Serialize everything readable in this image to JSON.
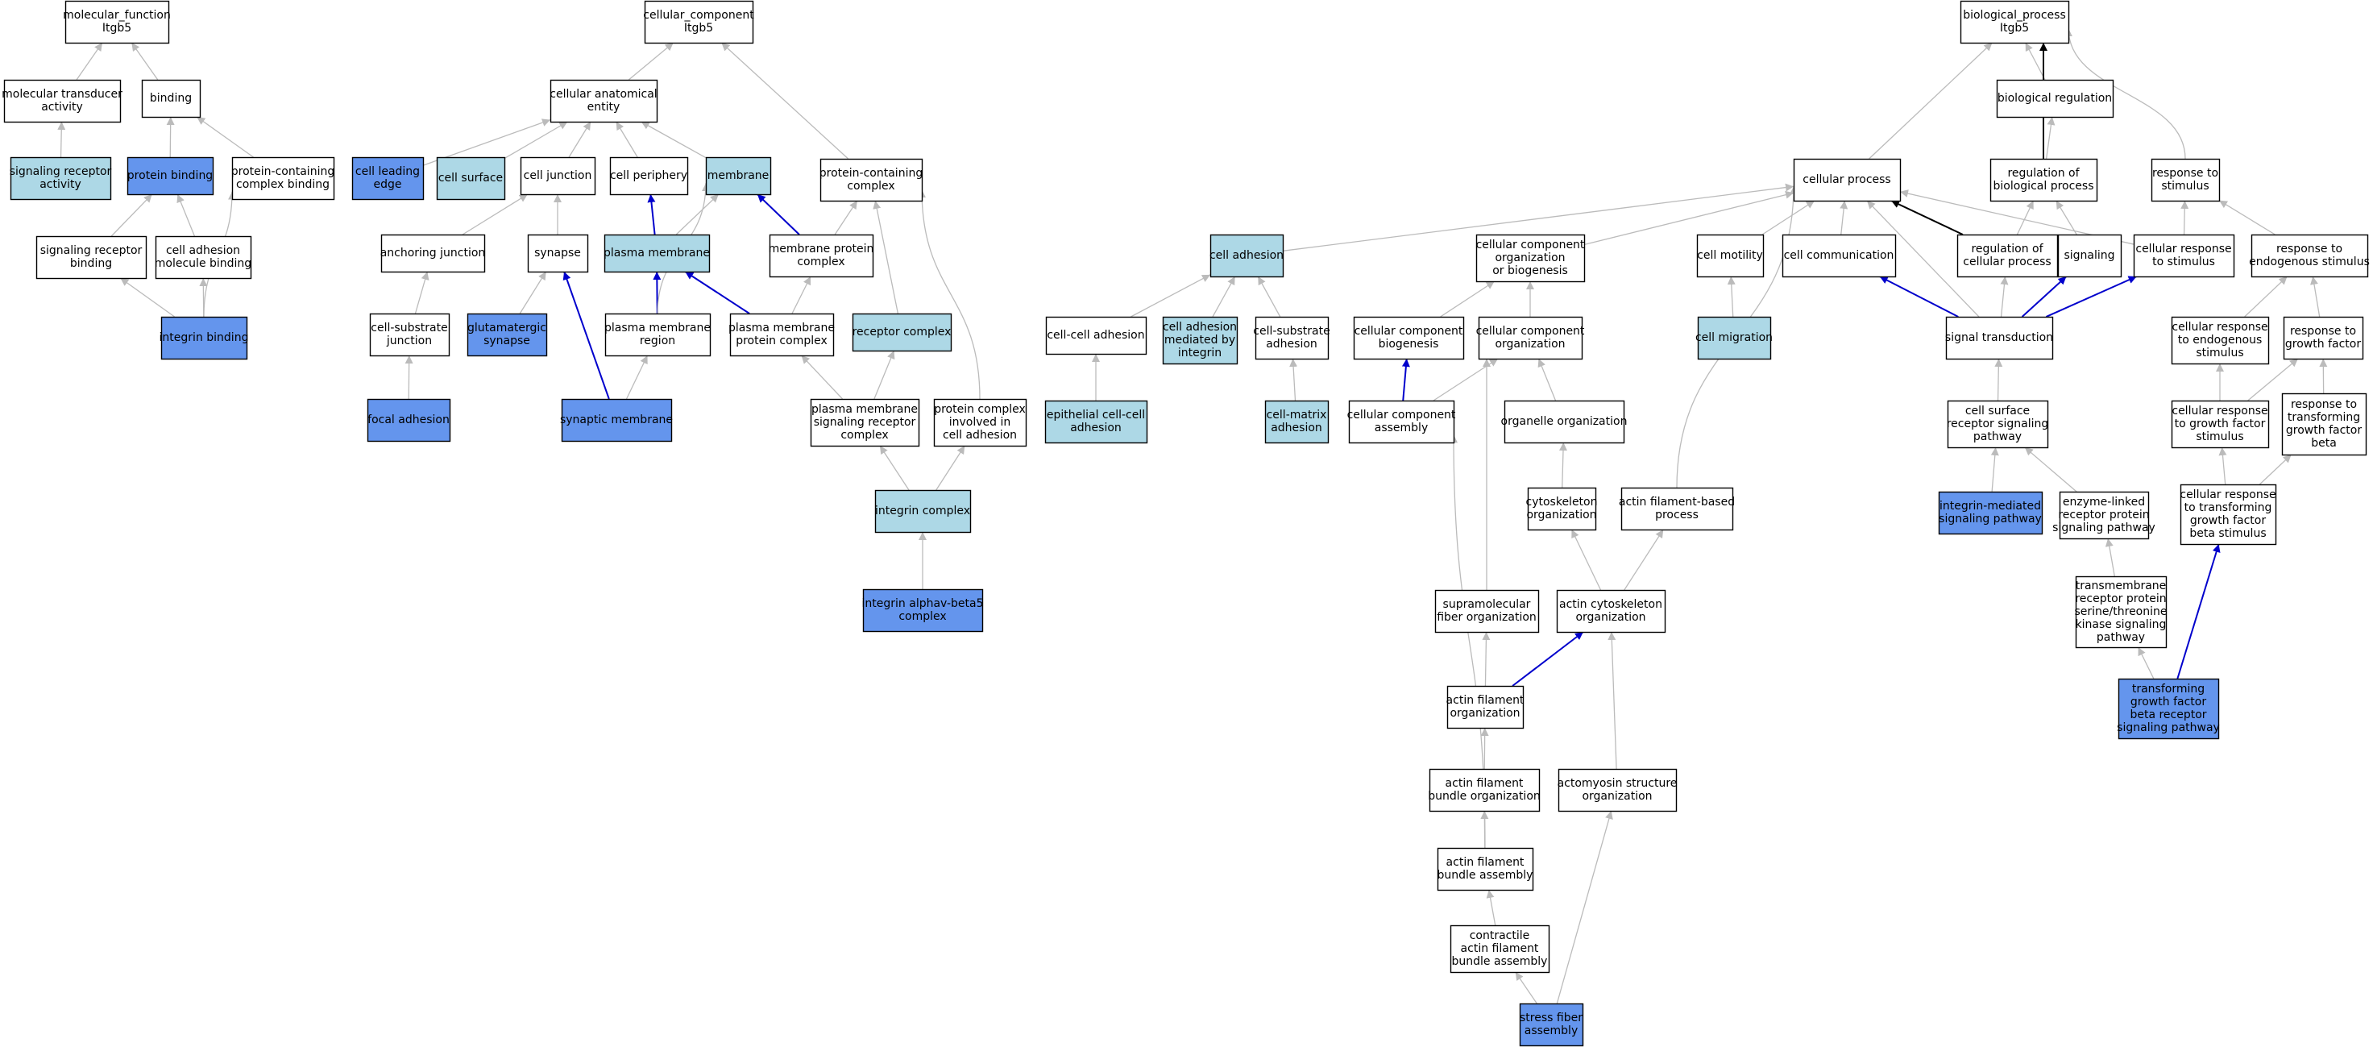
{
  "colors": {
    "white": "#ffffff",
    "light": "#add8e6",
    "dark": "#6495ed",
    "edge_gray": "#bbbbbb",
    "edge_blue": "#0000cc",
    "edge_black": "#000000",
    "border": "#000000"
  },
  "nodes": [
    {
      "id": "mf",
      "label": [
        "molecular_function",
        "Itgb5"
      ],
      "fill": "white"
    },
    {
      "id": "mt_act",
      "label": [
        "molecular transducer",
        "activity"
      ],
      "fill": "white"
    },
    {
      "id": "binding",
      "label": [
        "binding"
      ],
      "fill": "white"
    },
    {
      "id": "srec_act",
      "label": [
        "signaling receptor",
        "activity"
      ],
      "fill": "light"
    },
    {
      "id": "prot_bind",
      "label": [
        "protein binding"
      ],
      "fill": "dark"
    },
    {
      "id": "pcc_bind",
      "label": [
        "protein-containing",
        "complex binding"
      ],
      "fill": "white"
    },
    {
      "id": "srec_bind",
      "label": [
        "signaling receptor",
        "binding"
      ],
      "fill": "white"
    },
    {
      "id": "cam_bind",
      "label": [
        "cell adhesion",
        "molecule binding"
      ],
      "fill": "white"
    },
    {
      "id": "int_bind",
      "label": [
        "integrin binding"
      ],
      "fill": "dark"
    },
    {
      "id": "cc",
      "label": [
        "cellular_component",
        "Itgb5"
      ],
      "fill": "white"
    },
    {
      "id": "cae",
      "label": [
        "cellular anatomical",
        "entity"
      ],
      "fill": "white"
    },
    {
      "id": "pcc",
      "label": [
        "protein-containing",
        "complex"
      ],
      "fill": "white"
    },
    {
      "id": "cle",
      "label": [
        "cell leading",
        "edge"
      ],
      "fill": "dark"
    },
    {
      "id": "csurf",
      "label": [
        "cell surface"
      ],
      "fill": "light"
    },
    {
      "id": "cjunc",
      "label": [
        "cell junction"
      ],
      "fill": "white"
    },
    {
      "id": "cperi",
      "label": [
        "cell periphery"
      ],
      "fill": "white"
    },
    {
      "id": "memb",
      "label": [
        "membrane"
      ],
      "fill": "light"
    },
    {
      "id": "anch",
      "label": [
        "anchoring junction"
      ],
      "fill": "white"
    },
    {
      "id": "synapse",
      "label": [
        "synapse"
      ],
      "fill": "white"
    },
    {
      "id": "pmem",
      "label": [
        "plasma membrane"
      ],
      "fill": "light"
    },
    {
      "id": "mpc",
      "label": [
        "membrane protein",
        "complex"
      ],
      "fill": "white"
    },
    {
      "id": "csj",
      "label": [
        "cell-substrate",
        "junction"
      ],
      "fill": "white"
    },
    {
      "id": "glu",
      "label": [
        "glutamatergic",
        "synapse"
      ],
      "fill": "dark"
    },
    {
      "id": "pmr",
      "label": [
        "plasma membrane",
        "region"
      ],
      "fill": "white"
    },
    {
      "id": "pmpc",
      "label": [
        "plasma membrane",
        "protein complex"
      ],
      "fill": "white"
    },
    {
      "id": "rcpx",
      "label": [
        "receptor complex"
      ],
      "fill": "light"
    },
    {
      "id": "fadh",
      "label": [
        "focal adhesion"
      ],
      "fill": "dark"
    },
    {
      "id": "synm",
      "label": [
        "synaptic membrane"
      ],
      "fill": "dark"
    },
    {
      "id": "pmsrc",
      "label": [
        "plasma membrane",
        "signaling receptor",
        "complex"
      ],
      "fill": "white"
    },
    {
      "id": "pcica",
      "label": [
        "protein complex",
        "involved in",
        "cell adhesion"
      ],
      "fill": "white"
    },
    {
      "id": "intcx",
      "label": [
        "integrin complex"
      ],
      "fill": "light"
    },
    {
      "id": "iab5",
      "label": [
        "integrin alphav-beta5",
        "complex"
      ],
      "fill": "dark"
    },
    {
      "id": "bp",
      "label": [
        "biological_process",
        "Itgb5"
      ],
      "fill": "white"
    },
    {
      "id": "breg",
      "label": [
        "biological regulation"
      ],
      "fill": "white"
    },
    {
      "id": "cproc",
      "label": [
        "cellular process"
      ],
      "fill": "white"
    },
    {
      "id": "rbp",
      "label": [
        "regulation of",
        "biological process"
      ],
      "fill": "white"
    },
    {
      "id": "rts",
      "label": [
        "response to",
        "stimulus"
      ],
      "fill": "white"
    },
    {
      "id": "cadh",
      "label": [
        "cell adhesion"
      ],
      "fill": "light"
    },
    {
      "id": "ccob",
      "label": [
        "cellular component",
        "organization",
        "or biogenesis"
      ],
      "fill": "white"
    },
    {
      "id": "cmot",
      "label": [
        "cell motility"
      ],
      "fill": "white"
    },
    {
      "id": "ccomm",
      "label": [
        "cell communication"
      ],
      "fill": "white"
    },
    {
      "id": "rcp",
      "label": [
        "regulation of",
        "cellular process"
      ],
      "fill": "white"
    },
    {
      "id": "sig",
      "label": [
        "signaling"
      ],
      "fill": "white"
    },
    {
      "id": "crs",
      "label": [
        "cellular response",
        "to stimulus"
      ],
      "fill": "white"
    },
    {
      "id": "rtes",
      "label": [
        "response to",
        "endogenous stimulus"
      ],
      "fill": "white"
    },
    {
      "id": "cca",
      "label": [
        "cell-cell adhesion"
      ],
      "fill": "white"
    },
    {
      "id": "cami",
      "label": [
        "cell adhesion",
        "mediated by",
        "integrin"
      ],
      "fill": "light"
    },
    {
      "id": "csa",
      "label": [
        "cell-substrate",
        "adhesion"
      ],
      "fill": "white"
    },
    {
      "id": "ccb",
      "label": [
        "cellular component",
        "biogenesis"
      ],
      "fill": "white"
    },
    {
      "id": "cco",
      "label": [
        "cellular component",
        "organization"
      ],
      "fill": "white"
    },
    {
      "id": "cmig",
      "label": [
        "cell migration"
      ],
      "fill": "light"
    },
    {
      "id": "sigtr",
      "label": [
        "signal transduction"
      ],
      "fill": "white"
    },
    {
      "id": "cres",
      "label": [
        "cellular response",
        "to endogenous",
        "stimulus"
      ],
      "fill": "white"
    },
    {
      "id": "rgf",
      "label": [
        "response to",
        "growth factor"
      ],
      "fill": "white"
    },
    {
      "id": "eccadh",
      "label": [
        "epithelial cell-cell",
        "adhesion"
      ],
      "fill": "light"
    },
    {
      "id": "cmadh",
      "label": [
        "cell-matrix",
        "adhesion"
      ],
      "fill": "light"
    },
    {
      "id": "cca2",
      "label": [
        "cellular component",
        "assembly"
      ],
      "fill": "white"
    },
    {
      "id": "orgo",
      "label": [
        "organelle organization"
      ],
      "fill": "white"
    },
    {
      "id": "csrsp",
      "label": [
        "cell surface",
        "receptor signaling",
        "pathway"
      ],
      "fill": "white"
    },
    {
      "id": "crgfs",
      "label": [
        "cellular response",
        "to growth factor",
        "stimulus"
      ],
      "fill": "white"
    },
    {
      "id": "rttgfb",
      "label": [
        "response to",
        "transforming",
        "growth factor",
        "beta"
      ],
      "fill": "white"
    },
    {
      "id": "cyto",
      "label": [
        "cytoskeleton",
        "organization"
      ],
      "fill": "white"
    },
    {
      "id": "afbp",
      "label": [
        "actin filament-based",
        "process"
      ],
      "fill": "white"
    },
    {
      "id": "imsp",
      "label": [
        "integrin-mediated",
        "signaling pathway"
      ],
      "fill": "dark"
    },
    {
      "id": "elrp",
      "label": [
        "enzyme-linked",
        "receptor protein",
        "signaling pathway"
      ],
      "fill": "white"
    },
    {
      "id": "crtgfb",
      "label": [
        "cellular response",
        "to transforming",
        "growth factor",
        "beta stimulus"
      ],
      "fill": "white"
    },
    {
      "id": "sfo",
      "label": [
        "supramolecular",
        "fiber organization"
      ],
      "fill": "white"
    },
    {
      "id": "aco",
      "label": [
        "actin cytoskeleton",
        "organization"
      ],
      "fill": "white"
    },
    {
      "id": "trpsk",
      "label": [
        "transmembrane",
        "receptor protein",
        "serine/threonine",
        "kinase signaling",
        "pathway"
      ],
      "fill": "white"
    },
    {
      "id": "afo",
      "label": [
        "actin filament",
        "organization"
      ],
      "fill": "white"
    },
    {
      "id": "tgfbrsp",
      "label": [
        "transforming",
        "growth factor",
        "beta receptor",
        "signaling pathway"
      ],
      "fill": "dark"
    },
    {
      "id": "afbo",
      "label": [
        "actin filament",
        "bundle organization"
      ],
      "fill": "white"
    },
    {
      "id": "aso",
      "label": [
        "actomyosin structure",
        "organization"
      ],
      "fill": "white"
    },
    {
      "id": "afba",
      "label": [
        "actin filament",
        "bundle assembly"
      ],
      "fill": "white"
    },
    {
      "id": "cafba",
      "label": [
        "contractile",
        "actin filament",
        "bundle assembly"
      ],
      "fill": "white"
    },
    {
      "id": "sfa",
      "label": [
        "stress fiber",
        "assembly"
      ],
      "fill": "dark"
    }
  ],
  "edges": [
    {
      "from": "mt_act",
      "to": "mf",
      "kind": "gray"
    },
    {
      "from": "binding",
      "to": "mf",
      "kind": "gray"
    },
    {
      "from": "srec_act",
      "to": "mt_act",
      "kind": "gray"
    },
    {
      "from": "prot_bind",
      "to": "binding",
      "kind": "gray"
    },
    {
      "from": "pcc_bind",
      "to": "binding",
      "kind": "gray"
    },
    {
      "from": "srec_bind",
      "to": "prot_bind",
      "kind": "gray"
    },
    {
      "from": "cam_bind",
      "to": "prot_bind",
      "kind": "gray"
    },
    {
      "from": "int_bind",
      "to": "srec_bind",
      "kind": "gray"
    },
    {
      "from": "int_bind",
      "to": "cam_bind",
      "kind": "gray"
    },
    {
      "from": "int_bind",
      "to": "pcc_bind",
      "kind": "gray",
      "curve": true
    },
    {
      "from": "cae",
      "to": "cc",
      "kind": "gray"
    },
    {
      "from": "pcc",
      "to": "cc",
      "kind": "gray"
    },
    {
      "from": "cle",
      "to": "cae",
      "kind": "gray"
    },
    {
      "from": "csurf",
      "to": "cae",
      "kind": "gray"
    },
    {
      "from": "cjunc",
      "to": "cae",
      "kind": "gray"
    },
    {
      "from": "cperi",
      "to": "cae",
      "kind": "gray"
    },
    {
      "from": "memb",
      "to": "cae",
      "kind": "gray"
    },
    {
      "from": "anch",
      "to": "cjunc",
      "kind": "gray"
    },
    {
      "from": "synapse",
      "to": "cjunc",
      "kind": "gray"
    },
    {
      "from": "pmem",
      "to": "cperi",
      "kind": "blue"
    },
    {
      "from": "pmem",
      "to": "memb",
      "kind": "gray"
    },
    {
      "from": "mpc",
      "to": "memb",
      "kind": "blue"
    },
    {
      "from": "mpc",
      "to": "pcc",
      "kind": "gray"
    },
    {
      "from": "csj",
      "to": "anch",
      "kind": "gray"
    },
    {
      "from": "glu",
      "to": "synapse",
      "kind": "gray"
    },
    {
      "from": "pmr",
      "to": "pmem",
      "kind": "blue"
    },
    {
      "from": "pmr",
      "to": "memb",
      "kind": "gray",
      "curve": true
    },
    {
      "from": "pmpc",
      "to": "pmem",
      "kind": "blue"
    },
    {
      "from": "pmpc",
      "to": "mpc",
      "kind": "gray"
    },
    {
      "from": "rcpx",
      "to": "pcc",
      "kind": "gray"
    },
    {
      "from": "fadh",
      "to": "csj",
      "kind": "gray"
    },
    {
      "from": "synm",
      "to": "synapse",
      "kind": "blue"
    },
    {
      "from": "synm",
      "to": "pmr",
      "kind": "gray"
    },
    {
      "from": "pmsrc",
      "to": "pmpc",
      "kind": "gray"
    },
    {
      "from": "pmsrc",
      "to": "rcpx",
      "kind": "gray"
    },
    {
      "from": "pcica",
      "to": "pcc",
      "kind": "gray",
      "curve": true
    },
    {
      "from": "intcx",
      "to": "pmsrc",
      "kind": "gray"
    },
    {
      "from": "intcx",
      "to": "pcica",
      "kind": "gray"
    },
    {
      "from": "iab5",
      "to": "intcx",
      "kind": "gray"
    },
    {
      "from": "cproc",
      "to": "bp",
      "kind": "gray"
    },
    {
      "from": "breg",
      "to": "bp",
      "kind": "gray"
    },
    {
      "from": "rbp",
      "to": "bp",
      "kind": "black",
      "curve": true
    },
    {
      "from": "rts",
      "to": "bp",
      "kind": "gray",
      "curve": true
    },
    {
      "from": "rbp",
      "to": "breg",
      "kind": "gray"
    },
    {
      "from": "cadh",
      "to": "cproc",
      "kind": "gray"
    },
    {
      "from": "ccob",
      "to": "cproc",
      "kind": "gray"
    },
    {
      "from": "cmot",
      "to": "cproc",
      "kind": "gray"
    },
    {
      "from": "ccomm",
      "to": "cproc",
      "kind": "gray"
    },
    {
      "from": "rcp",
      "to": "cproc",
      "kind": "black"
    },
    {
      "from": "crs",
      "to": "cproc",
      "kind": "gray"
    },
    {
      "from": "rcp",
      "to": "rbp",
      "kind": "gray"
    },
    {
      "from": "sig",
      "to": "rbp",
      "kind": "gray"
    },
    {
      "from": "crs",
      "to": "rts",
      "kind": "gray"
    },
    {
      "from": "rtes",
      "to": "rts",
      "kind": "gray"
    },
    {
      "from": "cca",
      "to": "cadh",
      "kind": "gray"
    },
    {
      "from": "cami",
      "to": "cadh",
      "kind": "gray"
    },
    {
      "from": "csa",
      "to": "cadh",
      "kind": "gray"
    },
    {
      "from": "ccb",
      "to": "ccob",
      "kind": "gray"
    },
    {
      "from": "cco",
      "to": "ccob",
      "kind": "gray"
    },
    {
      "from": "cmig",
      "to": "cmot",
      "kind": "gray"
    },
    {
      "from": "sigtr",
      "to": "ccomm",
      "kind": "blue"
    },
    {
      "from": "sigtr",
      "to": "rcp",
      "kind": "gray"
    },
    {
      "from": "sigtr",
      "to": "sig",
      "kind": "blue"
    },
    {
      "from": "sigtr",
      "to": "crs",
      "kind": "blue"
    },
    {
      "from": "sigtr",
      "to": "cproc",
      "kind": "gray"
    },
    {
      "from": "cres",
      "to": "rtes",
      "kind": "gray"
    },
    {
      "from": "rgf",
      "to": "rtes",
      "kind": "gray"
    },
    {
      "from": "eccadh",
      "to": "cca",
      "kind": "gray"
    },
    {
      "from": "cmadh",
      "to": "csa",
      "kind": "gray"
    },
    {
      "from": "cca2",
      "to": "ccb",
      "kind": "blue"
    },
    {
      "from": "cca2",
      "to": "cco",
      "kind": "gray"
    },
    {
      "from": "orgo",
      "to": "cco",
      "kind": "gray"
    },
    {
      "from": "csrsp",
      "to": "sigtr",
      "kind": "gray"
    },
    {
      "from": "crgfs",
      "to": "cres",
      "kind": "gray"
    },
    {
      "from": "crgfs",
      "to": "rgf",
      "kind": "gray"
    },
    {
      "from": "rttgfb",
      "to": "rgf",
      "kind": "gray"
    },
    {
      "from": "cyto",
      "to": "orgo",
      "kind": "gray"
    },
    {
      "from": "afbp",
      "to": "cproc",
      "kind": "gray",
      "curve": true
    },
    {
      "from": "imsp",
      "to": "csrsp",
      "kind": "gray"
    },
    {
      "from": "elrp",
      "to": "csrsp",
      "kind": "gray"
    },
    {
      "from": "crtgfb",
      "to": "crgfs",
      "kind": "gray"
    },
    {
      "from": "crtgfb",
      "to": "rttgfb",
      "kind": "gray"
    },
    {
      "from": "sfo",
      "to": "cco",
      "kind": "gray",
      "curve": true
    },
    {
      "from": "aco",
      "to": "cyto",
      "kind": "gray"
    },
    {
      "from": "aco",
      "to": "afbp",
      "kind": "gray"
    },
    {
      "from": "trpsk",
      "to": "elrp",
      "kind": "gray"
    },
    {
      "from": "afo",
      "to": "sfo",
      "kind": "gray"
    },
    {
      "from": "afo",
      "to": "aco",
      "kind": "blue"
    },
    {
      "from": "tgfbrsp",
      "to": "trpsk",
      "kind": "gray"
    },
    {
      "from": "tgfbrsp",
      "to": "crtgfb",
      "kind": "blue"
    },
    {
      "from": "afbo",
      "to": "afo",
      "kind": "gray"
    },
    {
      "from": "aso",
      "to": "aco",
      "kind": "gray"
    },
    {
      "from": "afba",
      "to": "afbo",
      "kind": "gray"
    },
    {
      "from": "afba",
      "to": "cca2",
      "kind": "gray",
      "curve": true
    },
    {
      "from": "cafba",
      "to": "afba",
      "kind": "gray"
    },
    {
      "from": "sfa",
      "to": "cafba",
      "kind": "gray"
    },
    {
      "from": "sfa",
      "to": "aso",
      "kind": "gray"
    }
  ]
}
